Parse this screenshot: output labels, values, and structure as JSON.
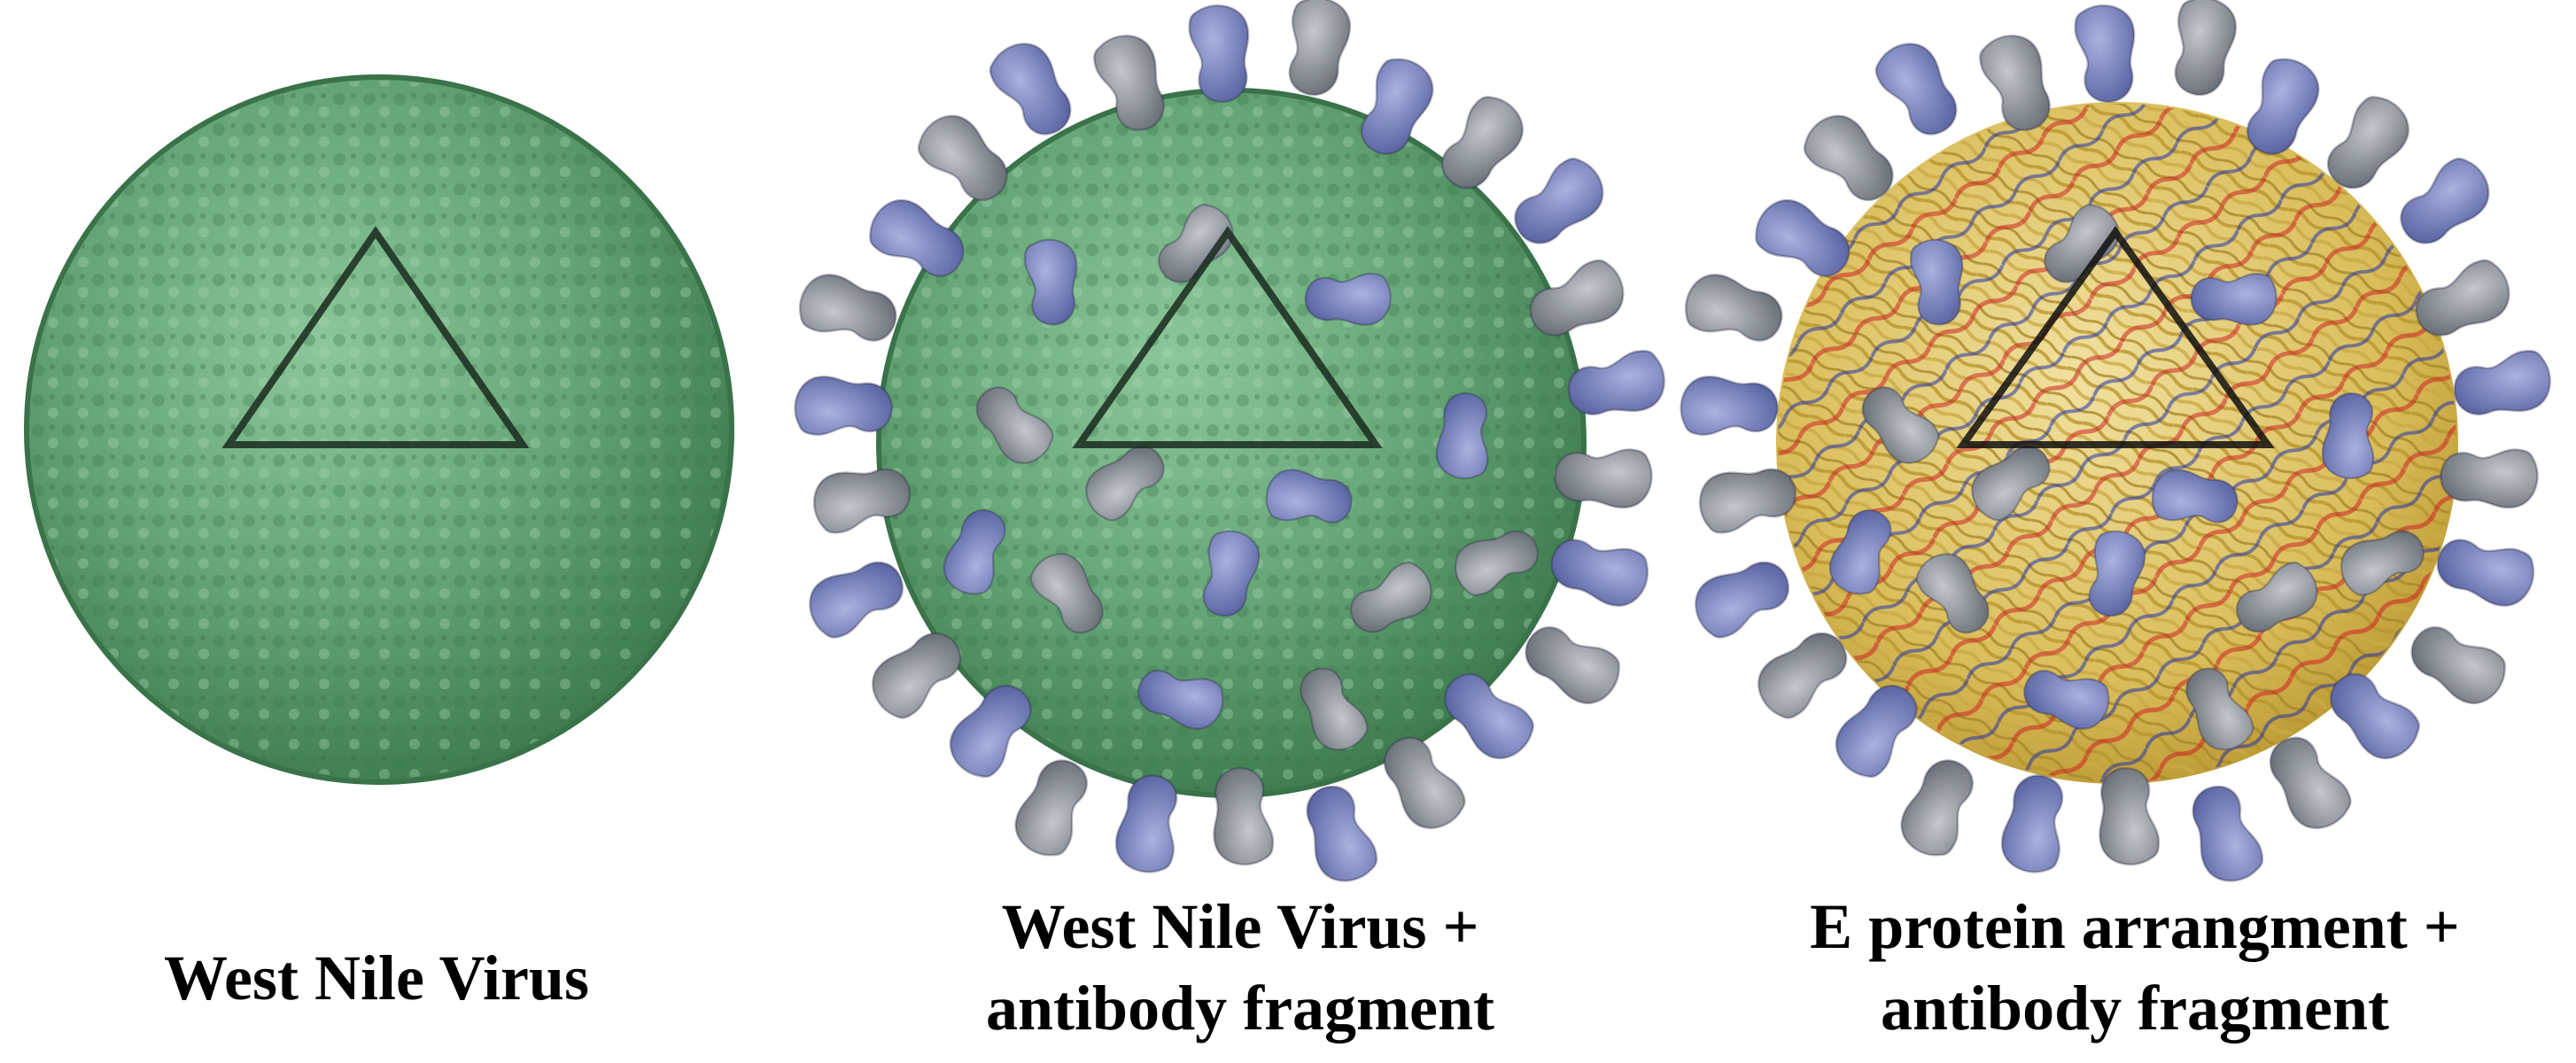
{
  "panels": [
    {
      "caption_lines": [
        "West Nile Virus"
      ]
    },
    {
      "caption_lines": [
        "West Nile Virus +",
        "antibody fragment"
      ]
    },
    {
      "caption_lines": [
        "E protein arrangment +",
        "antibody fragment"
      ]
    }
  ],
  "colors": {
    "background": "#ffffff",
    "virus_surface": "#6aa87a",
    "virus_surface_dark": "#3f7a50",
    "antibody_blue": "#7b86c0",
    "antibody_grey": "#8e949e",
    "e_protein_yellow": "#c9a93c",
    "e_protein_red": "#cc2222",
    "e_protein_blue": "#2233aa",
    "triangle_outline": "#1a2a1f"
  },
  "icons": [
    "virus-particle",
    "antibody-fragment",
    "icosahedral-triangle"
  ]
}
